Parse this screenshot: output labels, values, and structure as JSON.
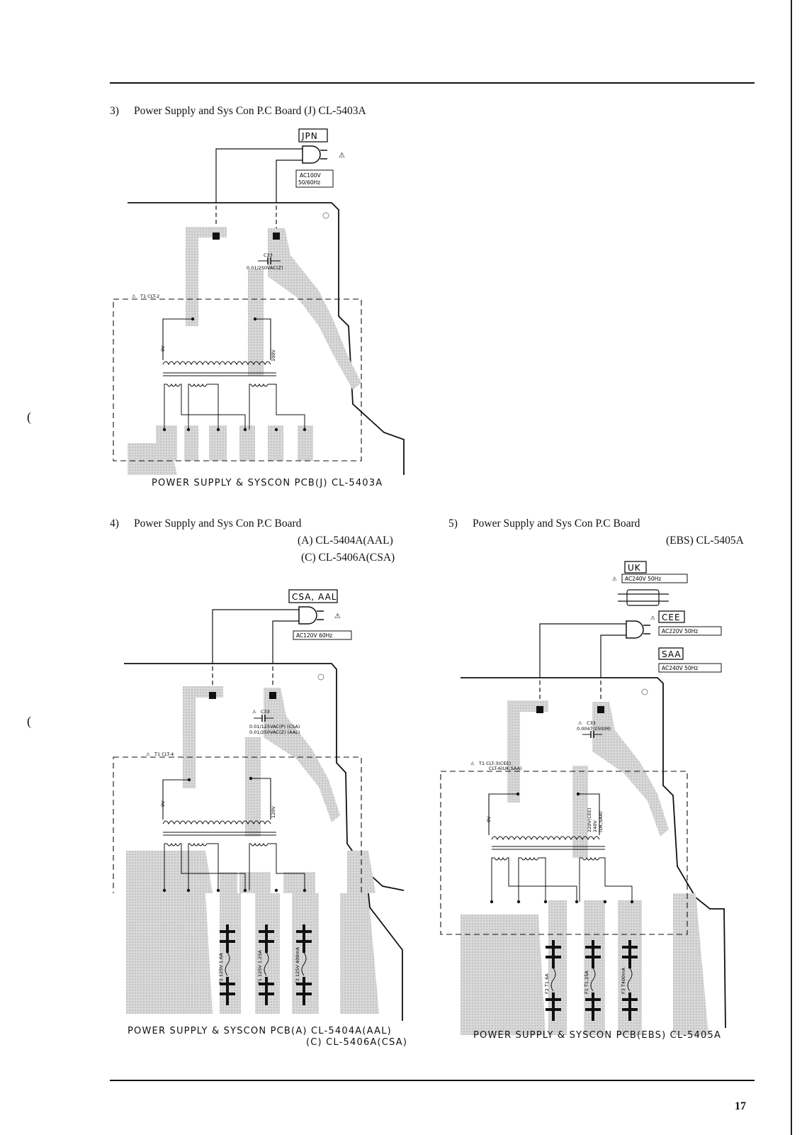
{
  "page_number": "17",
  "sections": [
    {
      "number": "3)",
      "title": "Power Supply and Sys Con P.C Board (J) CL-5403A",
      "region_label": "JPN",
      "ac_rating": "AC100V 50/60Hz",
      "ac_rating_line1": "AC100V",
      "ac_rating_line2": "50/60Hz",
      "capacitor_ref": "C33",
      "capacitor_value": "0.01/250VAC(Z)",
      "transformer_label": "T1 CLT-2",
      "tap_left": "0V",
      "tap_right": "100V",
      "board_caption": "POWER SUPPLY & SYSCON PCB(J) CL-5403A"
    },
    {
      "number": "4)",
      "title": "Power Supply and Sys Con P.C Board",
      "subtitle_line1": "(A) CL-5404A(AAL)",
      "subtitle_line2": "(C) CL-5406A(CSA)",
      "region_label": "CSA, AAL",
      "ac_rating": "AC120V 60Hz",
      "capacitor_ref": "C33",
      "capacitor_value_line1": "0.01/125VAC(P) (CSA)",
      "capacitor_value_line2": "0.01/250VAC(Z) (AAL)",
      "transformer_label": "T1 CLT-4",
      "tap_left": "0V",
      "tap_right": "120V",
      "fuses": [
        "F2 125V 1.6A",
        "F1 125V 1.25A",
        "F3 125V 400mA"
      ],
      "board_caption_line1": "POWER SUPPLY & SYSCON PCB(A) CL-5404A(AAL)",
      "board_caption_line2": "(C) CL-5406A(CSA)"
    },
    {
      "number": "5)",
      "title": "Power Supply and Sys Con P.C Board",
      "subtitle_line1": "(EBS) CL-5405A",
      "regions": [
        {
          "label": "UK",
          "rating": "AC240V 50Hz"
        },
        {
          "label": "CEE",
          "rating": "AC220V 50Hz"
        },
        {
          "label": "SAA",
          "rating": "AC240V 50Hz"
        }
      ],
      "capacitor_ref": "C33",
      "capacitor_value": "0.0047/250(M)",
      "transformer_label_line1": "T1 CLT-3(CEE)",
      "transformer_label_line2": "CLT-6(UK,SAA)",
      "tap_left": "0V",
      "tap_right_line1": "220V(CEE)",
      "tap_right_line2": "240V",
      "tap_right_line3": "(UK,SAA)",
      "fuses": [
        "F2 T1.6A",
        "F1 T1.25A",
        "F3 T400mA"
      ],
      "board_caption": "POWER SUPPLY & SYSCON PCB(EBS) CL-5405A"
    }
  ],
  "warning_symbol": "⚠"
}
